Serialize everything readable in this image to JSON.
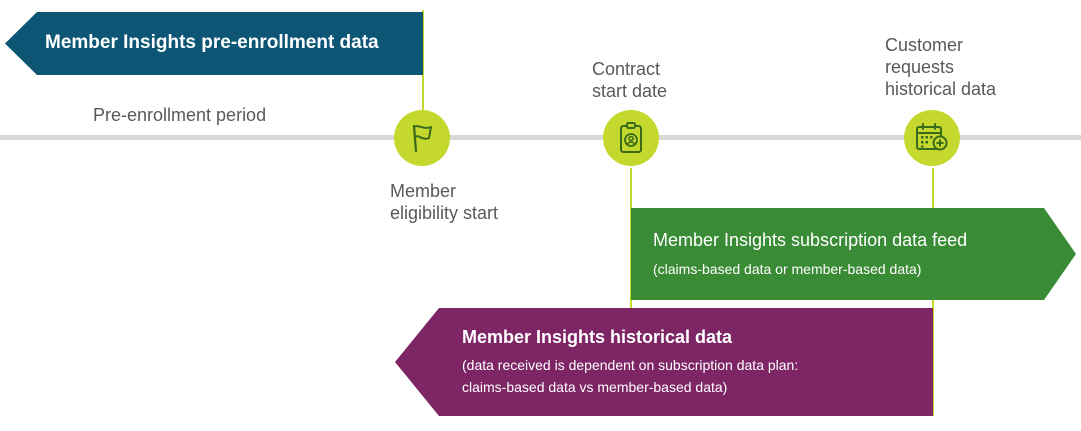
{
  "timeline": {
    "pre_enrollment_label": "Pre-enrollment period"
  },
  "milestones": {
    "eligibility": {
      "label_line1": "Member",
      "label_line2": "eligibility start",
      "icon": "flag-icon"
    },
    "contract": {
      "label_line1": "Contract",
      "label_line2": "start date",
      "icon": "id-badge-icon"
    },
    "historical_request": {
      "label_line1": "Customer",
      "label_line2": "requests",
      "label_line3": "historical data",
      "icon": "calendar-plus-icon"
    }
  },
  "arrows": {
    "pre_enrollment": {
      "title": "Member Insights pre-enrollment data",
      "color": "#0c5575"
    },
    "subscription": {
      "title": "Member Insights subscription data feed",
      "subtitle": "(claims-based data or member-based data)",
      "color": "#3a8b35"
    },
    "historical": {
      "title": "Member Insights historical data",
      "subtitle_line1": "(data received is dependent on subscription data plan:",
      "subtitle_line2": "claims-based data vs member-based data)",
      "color": "#7e2566"
    }
  },
  "colors": {
    "accent_green": "#c4d82e",
    "timeline_gray": "#d9d9d9",
    "text_gray": "#595959"
  }
}
